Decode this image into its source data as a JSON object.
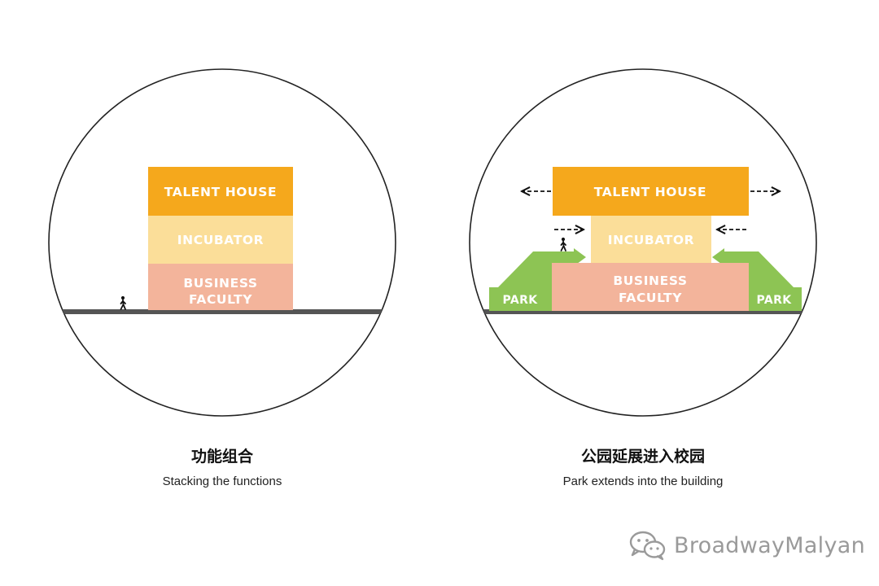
{
  "colors": {
    "talent_house": "#F5A81C",
    "incubator": "#FBDE99",
    "business_faculty": "#F3B49B",
    "park": "#8DC454",
    "ground": "#555555",
    "circle": "#222222"
  },
  "left_panel": {
    "blocks": {
      "talent_house": "TALENT HOUSE",
      "incubator": "INCUBATOR",
      "business_faculty_line1": "BUSINESS",
      "business_faculty_line2": "FACULTY"
    },
    "caption_cn": "功能组合",
    "caption_en": "Stacking the functions"
  },
  "right_panel": {
    "blocks": {
      "talent_house": "TALENT HOUSE",
      "incubator": "INCUBATOR",
      "business_faculty_line1": "BUSINESS",
      "business_faculty_line2": "FACULTY"
    },
    "park_left": "PARK",
    "park_right": "PARK",
    "caption_cn": "公园延展进入校园",
    "caption_en": "Park extends into the building"
  },
  "watermark": {
    "text": "BroadwayMalyan",
    "icon": "wechat-icon"
  }
}
